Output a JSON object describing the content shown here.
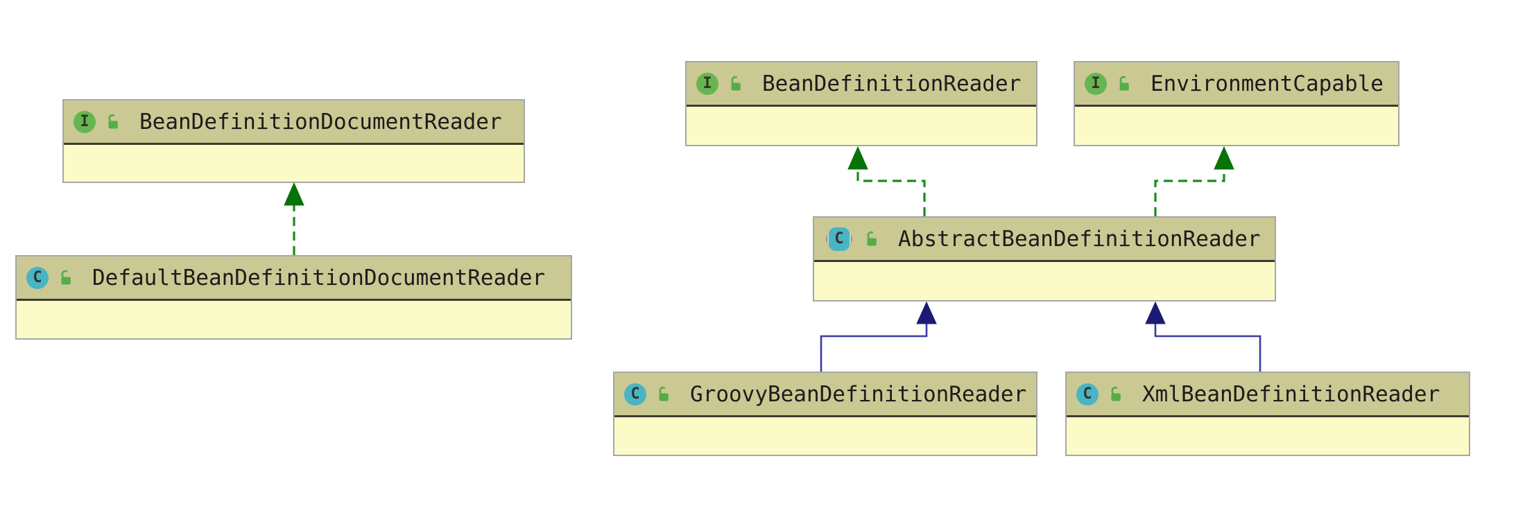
{
  "diagram": {
    "type": "uml-class-diagram",
    "background": "#ffffff",
    "colors": {
      "node_header_bg": "#cac994",
      "node_body_bg": "#fbfbc8",
      "node_border": "#a6a6a6",
      "header_separator": "#3a3a30",
      "implements_edge_line": "#1a8c1a",
      "implements_arrowhead": "#067306",
      "extends_edge_line": "#3b3ba4",
      "extends_arrowhead": "#1b1b74",
      "interface_icon_bg": "#66b551",
      "class_icon_bg": "#48b5c5",
      "open_padlock_icon": "#55ad47",
      "label_text": "#1c1c1c"
    },
    "nodes": [
      {
        "id": "BeanDefinitionDocumentReader",
        "label": "BeanDefinitionDocumentReader",
        "kind": "interface",
        "icon": "interface-icon",
        "icon_letter": "I",
        "modifier_icon": "open-padlock-icon"
      },
      {
        "id": "DefaultBeanDefinitionDocumentReader",
        "label": "DefaultBeanDefinitionDocumentReader",
        "kind": "class",
        "icon": "class-icon",
        "icon_letter": "C",
        "modifier_icon": "open-padlock-icon"
      },
      {
        "id": "BeanDefinitionReader",
        "label": "BeanDefinitionReader",
        "kind": "interface",
        "icon": "interface-icon",
        "icon_letter": "I",
        "modifier_icon": "open-padlock-icon"
      },
      {
        "id": "EnvironmentCapable",
        "label": "EnvironmentCapable",
        "kind": "interface",
        "icon": "interface-icon",
        "icon_letter": "I",
        "modifier_icon": "open-padlock-icon"
      },
      {
        "id": "AbstractBeanDefinitionReader",
        "label": "AbstractBeanDefinitionReader",
        "kind": "abstract-class",
        "icon": "abstract-class-icon",
        "icon_letter": "C",
        "modifier_icon": "open-padlock-icon"
      },
      {
        "id": "GroovyBeanDefinitionReader",
        "label": "GroovyBeanDefinitionReader",
        "kind": "class",
        "icon": "class-icon",
        "icon_letter": "C",
        "modifier_icon": "open-padlock-icon"
      },
      {
        "id": "XmlBeanDefinitionReader",
        "label": "XmlBeanDefinitionReader",
        "kind": "class",
        "icon": "class-icon",
        "icon_letter": "C",
        "modifier_icon": "open-padlock-icon"
      }
    ],
    "edges": [
      {
        "from": "DefaultBeanDefinitionDocumentReader",
        "to": "BeanDefinitionDocumentReader",
        "type": "implements",
        "style": "green-dashed-hollow... solid dark-green triangle head"
      },
      {
        "from": "AbstractBeanDefinitionReader",
        "to": "BeanDefinitionReader",
        "type": "implements",
        "style": "green dashed, filled triangle head"
      },
      {
        "from": "AbstractBeanDefinitionReader",
        "to": "EnvironmentCapable",
        "type": "implements",
        "style": "green dashed, filled triangle head"
      },
      {
        "from": "GroovyBeanDefinitionReader",
        "to": "AbstractBeanDefinitionReader",
        "type": "extends",
        "style": "navy solid, filled triangle head"
      },
      {
        "from": "XmlBeanDefinitionReader",
        "to": "AbstractBeanDefinitionReader",
        "type": "extends",
        "style": "navy solid, filled triangle head"
      }
    ]
  }
}
